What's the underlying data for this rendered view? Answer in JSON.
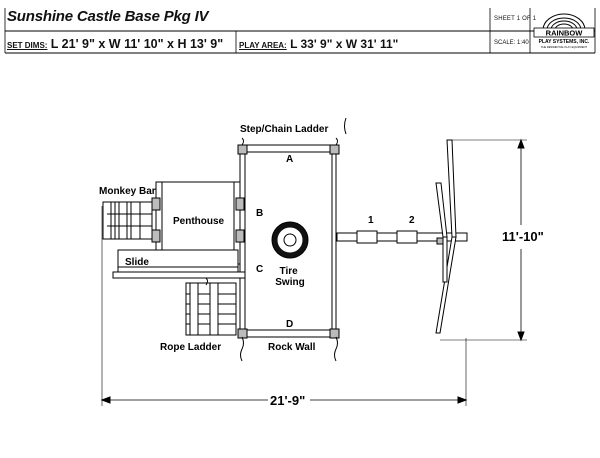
{
  "header": {
    "title": "Sunshine Castle Base Pkg IV",
    "set_dims_label": "SET DIMS:",
    "set_dims_value": "L 21' 9\" x W 11' 10\" x H 13' 9\"",
    "play_area_label": "PLAY AREA:",
    "play_area_value": "L 33' 9\" x W 31' 11\"",
    "sheet": "SHEET 1 OF 1",
    "scale": "SCALE: 1:40"
  },
  "logo": {
    "name": "RAINBOW",
    "line2": "PLAY SYSTEMS, INC.",
    "tagline": "THE RESIDENTIAL PLAY EQUIPMENT"
  },
  "labels": {
    "step_chain_ladder": "Step/Chain Ladder",
    "monkey_bar": "Monkey Bar",
    "penthouse": "Penthouse",
    "slide": "Slide",
    "tire_swing": "Tire\nSwing",
    "rope_ladder": "Rope Ladder",
    "rock_wall": "Rock Wall",
    "a": "A",
    "b": "B",
    "c": "C",
    "d": "D",
    "swing1": "1",
    "swing2": "2"
  },
  "dimensions": {
    "width": "11'-10\"",
    "length": "21'-9\""
  }
}
